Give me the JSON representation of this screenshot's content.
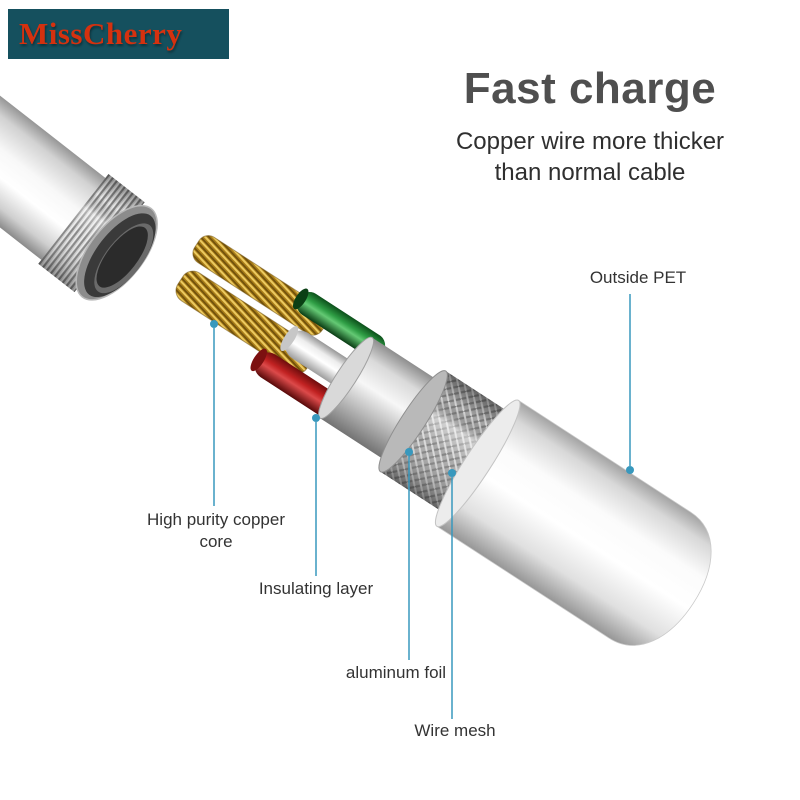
{
  "badge": {
    "text": "MissCherry"
  },
  "header": {
    "title": "Fast charge",
    "subtitle_line1": "Copper wire more thicker",
    "subtitle_line2": "than normal cable"
  },
  "callouts": {
    "outside_pet": "Outside PET",
    "copper_core": "High purity copper core",
    "insulating_layer": "Insulating layer",
    "aluminum_foil": "aluminum foil",
    "wire_mesh": "Wire mesh"
  },
  "colors": {
    "badge_bg": "#15505e",
    "badge_text": "#d5310f",
    "title_text": "#4f4f4f",
    "body_text": "#333333",
    "leader": "#3898bd",
    "copper": "#c49a2a",
    "wire_green": "#2f9e45",
    "wire_white": "#f0f0f0",
    "wire_red": "#c12222",
    "jacket": "#ffffff"
  }
}
